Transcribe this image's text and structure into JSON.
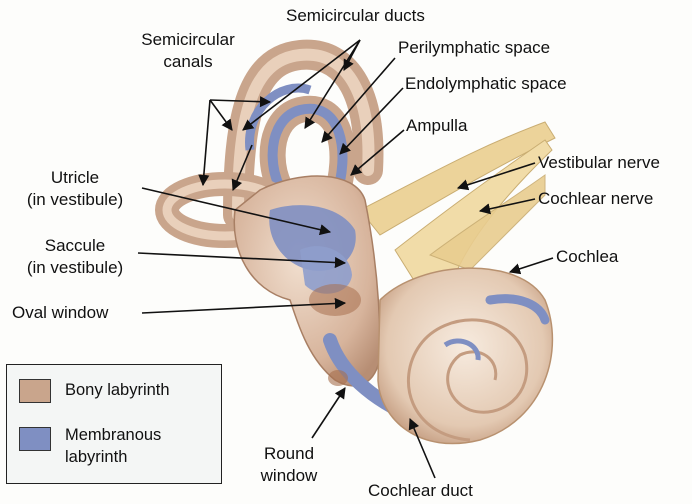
{
  "labels": {
    "semicircular_ducts": "Semicircular ducts",
    "semicircular_canals_1": "Semicircular",
    "semicircular_canals_2": "canals",
    "perilymphatic_space": "Perilymphatic space",
    "endolymphatic_space": "Endolymphatic space",
    "ampulla": "Ampulla",
    "utricle_1": "Utricle",
    "utricle_2": "(in vestibule)",
    "vestibular_nerve": "Vestibular nerve",
    "cochlear_nerve": "Cochlear nerve",
    "saccule_1": "Saccule",
    "saccule_2": "(in vestibule)",
    "cochlea": "Cochlea",
    "oval_window": "Oval window",
    "round_window_1": "Round",
    "round_window_2": "window",
    "cochlear_duct": "Cochlear duct"
  },
  "legend": {
    "bony": "Bony labyrinth",
    "membranous_1": "Membranous",
    "membranous_2": "labyrinth"
  },
  "colors": {
    "bony": "#c9a58c",
    "membranous": "#7f8fc2",
    "nerve": "#ecd39a"
  }
}
